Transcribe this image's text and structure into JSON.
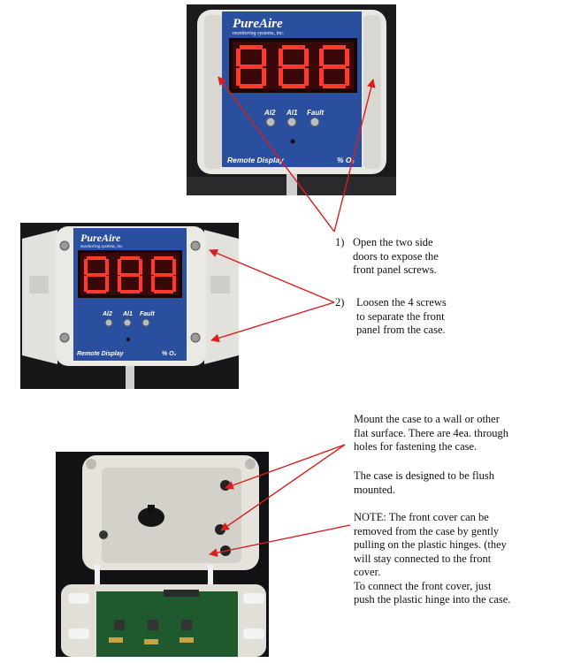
{
  "device": {
    "brand": "PureAire",
    "brand_sub": "monitoring systems, inc.",
    "display_digits": "888",
    "leds": [
      "Al2",
      "Al1",
      "Fault"
    ],
    "footer_left": "Remote Display",
    "footer_right": "% O₂"
  },
  "steps": [
    {
      "number": "1)",
      "lines": [
        "Open the two side",
        "doors to expose the",
        "front panel screws."
      ]
    },
    {
      "number": "2)",
      "lines": [
        "Loosen the 4 screws",
        "to separate the front",
        "panel from the case."
      ]
    }
  ],
  "mount_notes": [
    [
      "Mount the case to a wall or other",
      "flat surface. There are 4ea. through",
      "holes for fastening the case."
    ],
    [
      "The case is designed to be flush",
      "mounted."
    ],
    [
      "NOTE: The front cover can be",
      "removed from the case by gently",
      "pulling on the plastic hinges. (they",
      "will stay connected to the front",
      "cover.",
      "To connect the front cover, just",
      "push the plastic hinge into the case."
    ]
  ],
  "colors": {
    "arrow": "#d81e1e",
    "panel_blue": "#2a4f9e",
    "display_red": "#ff3a2a"
  }
}
